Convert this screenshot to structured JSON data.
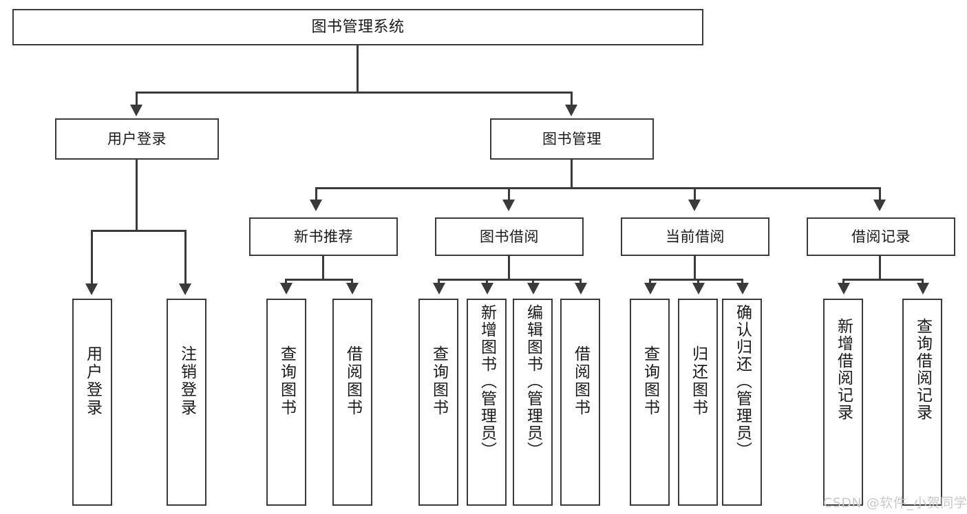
{
  "diagram": {
    "title": "图书管理系统",
    "root": {
      "label": "图书管理系统"
    },
    "level1": [
      {
        "label": "用户登录"
      },
      {
        "label": "图书管理"
      }
    ],
    "level2": [
      {
        "label": "新书推荐"
      },
      {
        "label": "图书借阅"
      },
      {
        "label": "当前借阅"
      },
      {
        "label": "借阅记录"
      }
    ],
    "leaves": {
      "user_login": [
        {
          "label": "用户登录"
        },
        {
          "label": "注销登录"
        }
      ],
      "new_book_recommend": [
        {
          "label": "查询图书"
        },
        {
          "label": "借阅图书"
        }
      ],
      "book_borrow": [
        {
          "label": "查询图书"
        },
        {
          "label": "新增图书（管理员）"
        },
        {
          "label": "编辑图书（管理员）"
        },
        {
          "label": "借阅图书"
        }
      ],
      "current_borrow": [
        {
          "label": "查询图书"
        },
        {
          "label": "归还图书"
        },
        {
          "label": "确认归还（管理员）"
        }
      ],
      "borrow_record": [
        {
          "label": "新增借阅记录"
        },
        {
          "label": "查询借阅记录"
        }
      ]
    }
  },
  "watermark": {
    "text": "CSDN @软件_小贺同学"
  },
  "colors": {
    "stroke": "#3a3a3a",
    "fill": "#ffffff",
    "text": "#1a1a1a",
    "watermark": "#c9c9c9"
  }
}
